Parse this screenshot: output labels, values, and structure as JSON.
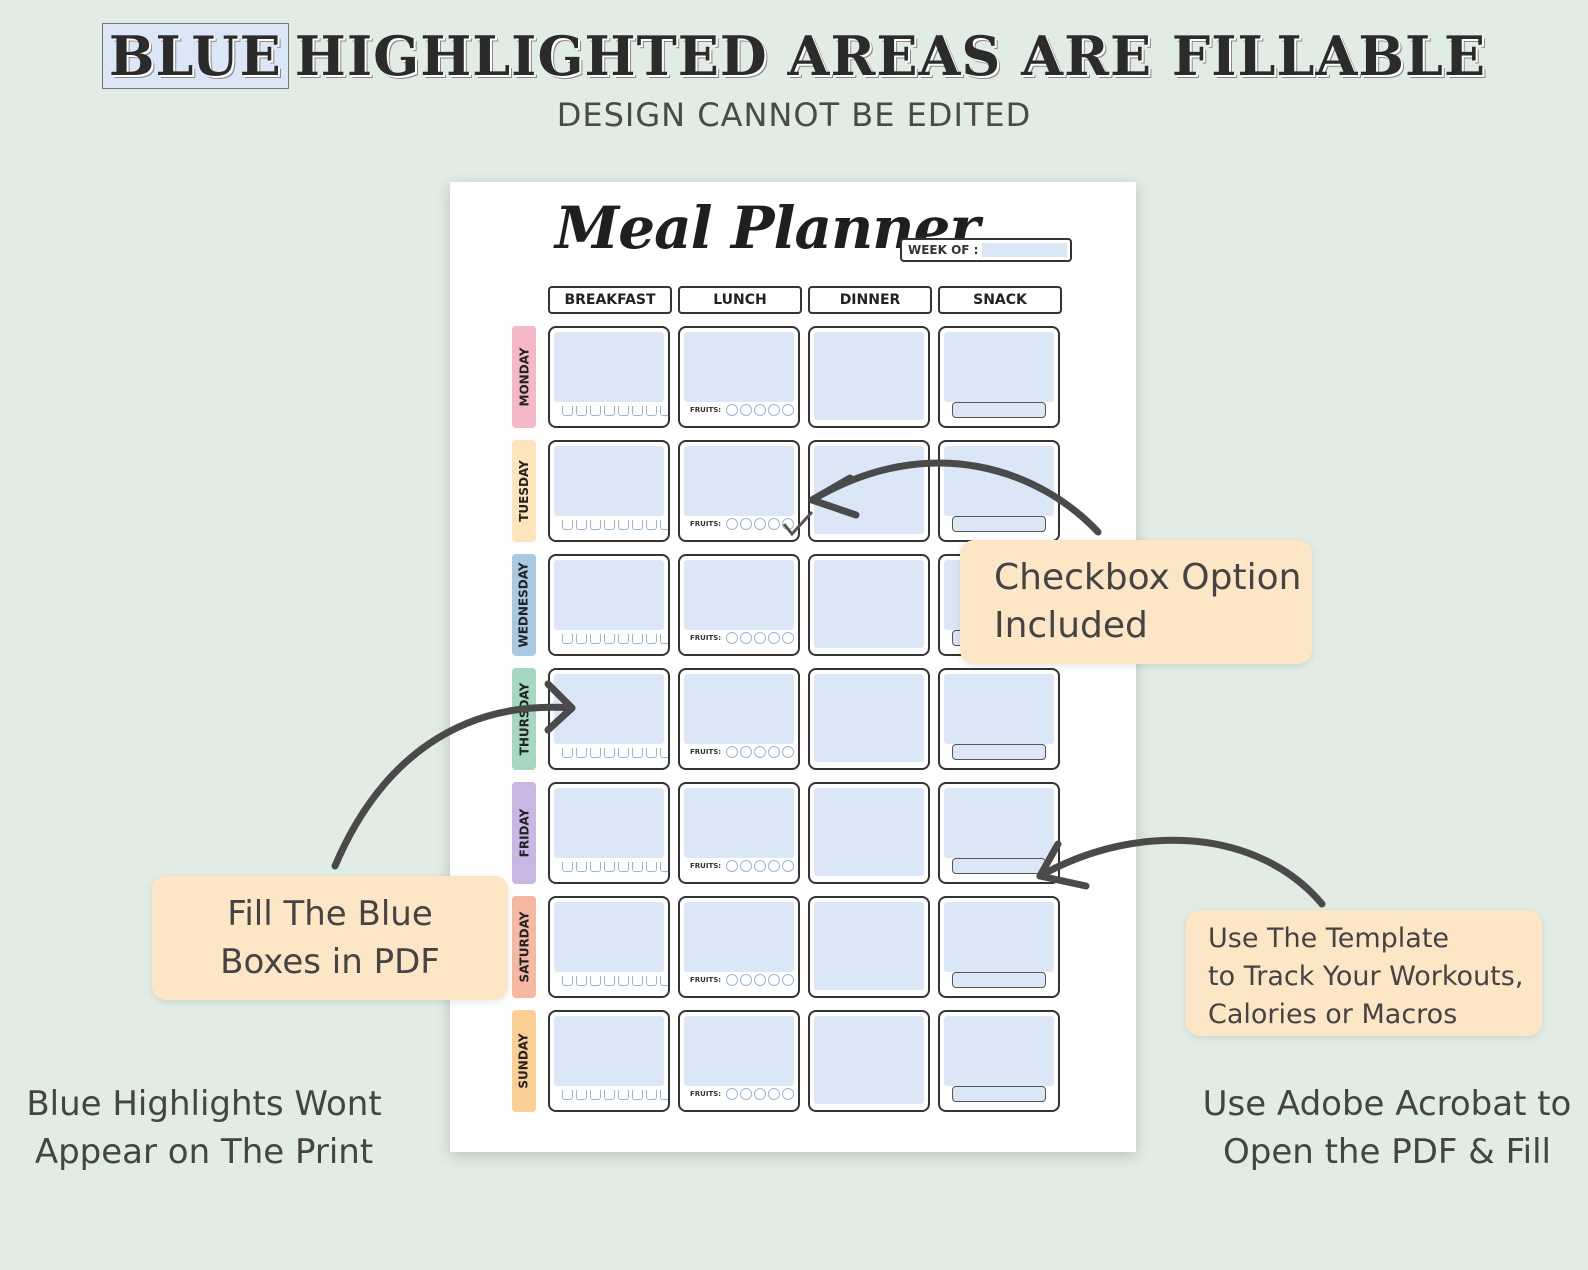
{
  "header": {
    "highlight_word": "BLUE",
    "headline_rest": "HIGHLIGHTED AREAS ARE FILLABLE",
    "subheadline": "DESIGN CANNOT BE EDITED"
  },
  "planner": {
    "title": "Meal Planner",
    "week_of_label": "WEEK OF :",
    "columns": [
      "BREAKFAST",
      "LUNCH",
      "DINNER",
      "SNACK"
    ],
    "days": [
      "MONDAY",
      "TUESDAY",
      "WEDNESDAY",
      "THURSDAY",
      "FRIDAY",
      "SATURDAY",
      "SUNDAY"
    ],
    "day_colors": [
      "#f4b8c6",
      "#fde4bd",
      "#a9c9e3",
      "#a6d8c1",
      "#c9b6e2",
      "#f6b8a3",
      "#fbcf94"
    ],
    "fruits_label": "FRUITS:",
    "highlight_color": "#dbe7f6"
  },
  "callouts": {
    "checkbox": [
      "Checkbox Option",
      "Included"
    ],
    "fill_blue": [
      "Fill The Blue",
      "Boxes in PDF"
    ],
    "track": [
      "Use The Template",
      "to Track Your Workouts,",
      "Calories or Macros"
    ]
  },
  "footnotes": {
    "left": [
      "Blue Highlights Wont",
      "Appear on The Print"
    ],
    "right": [
      "Use Adobe Acrobat to",
      "Open the PDF & Fill"
    ]
  }
}
